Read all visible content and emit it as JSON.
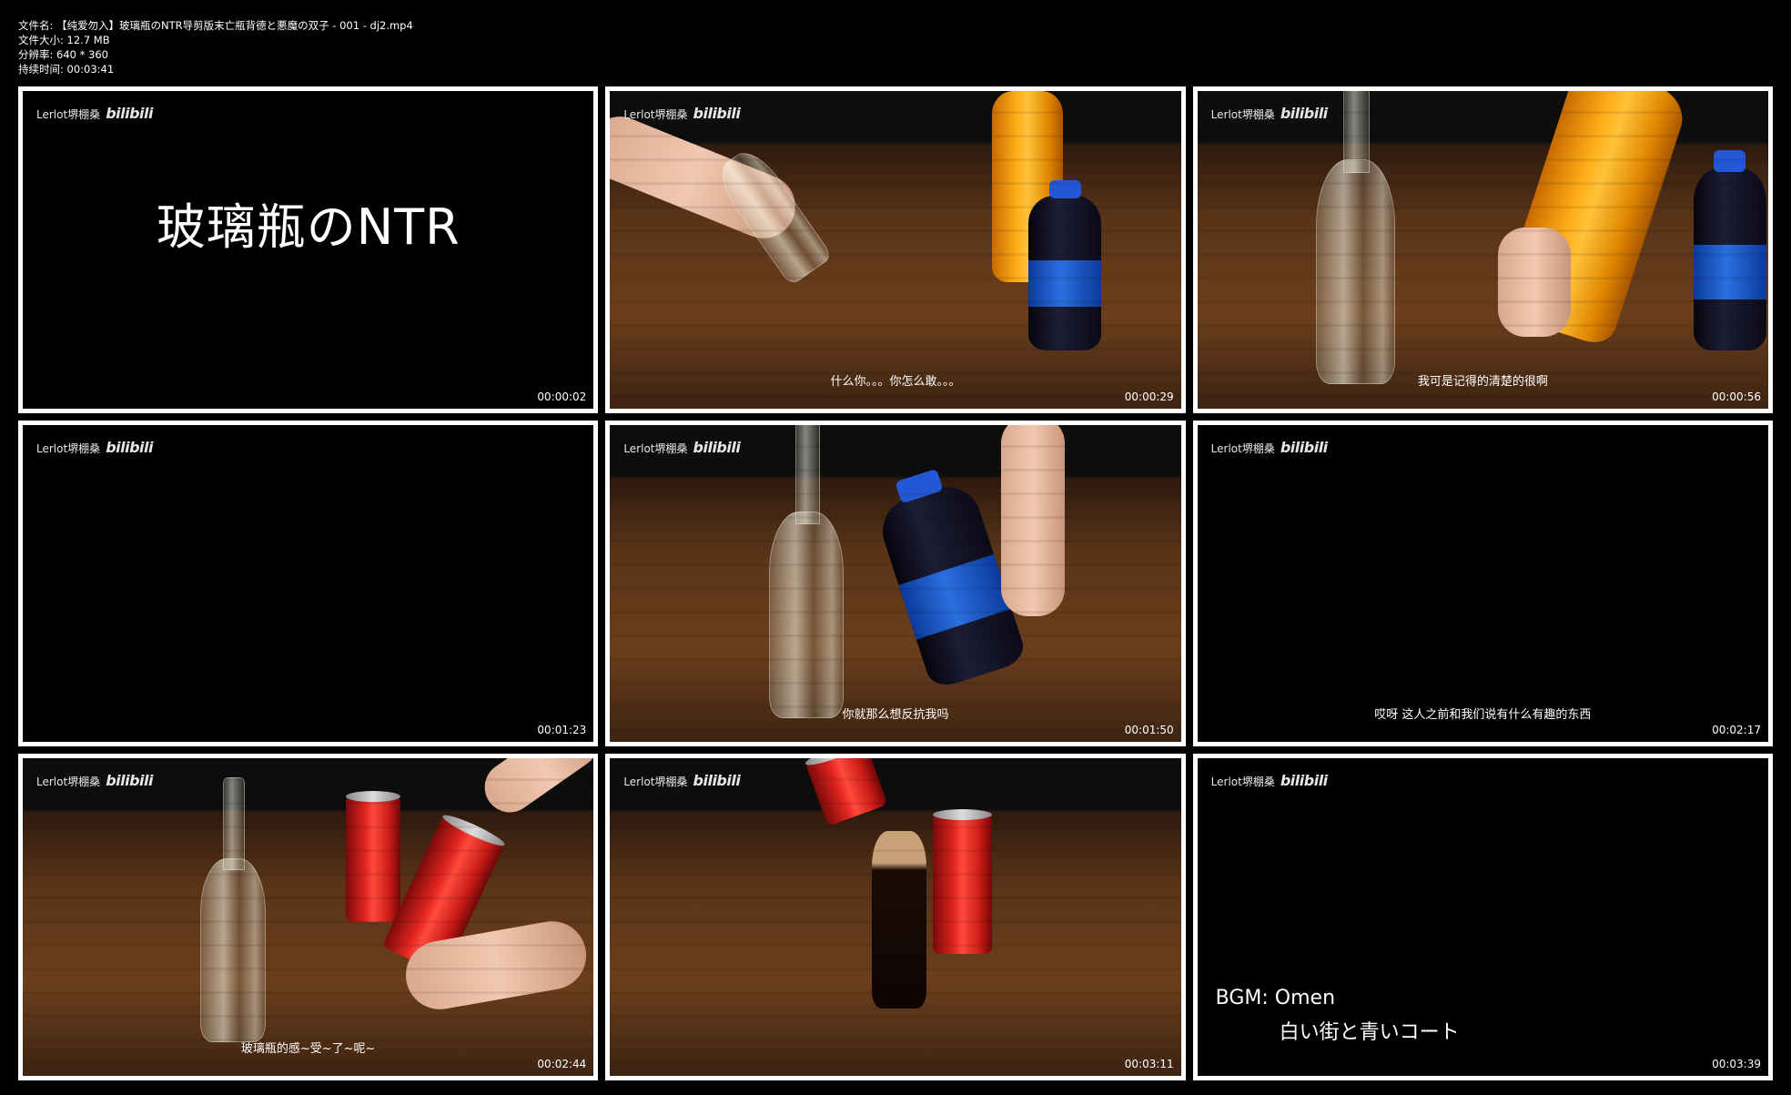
{
  "meta": {
    "filename": "文件名: 【纯爱勿入】玻璃瓶のNTR导剪版末亡瓶背德と悪魔の双子 - 001 - dj2.mp4",
    "filesize": "文件大小: 12.7 MB",
    "resolution": "分辨率: 640 * 360",
    "duration": "持续时间: 00:03:41"
  },
  "watermark": {
    "user": "Lerlot堺棚桑",
    "brand": "bilibili"
  },
  "frames": [
    {
      "timestamp": "00:00:02",
      "title": "玻璃瓶のNTR",
      "subtitle": ""
    },
    {
      "timestamp": "00:00:29",
      "subtitle": "什么你。。。你怎么敢。。。"
    },
    {
      "timestamp": "00:00:56",
      "subtitle": "我可是记得的清楚的很啊"
    },
    {
      "timestamp": "00:01:23",
      "subtitle": ""
    },
    {
      "timestamp": "00:01:50",
      "subtitle": "你就那么想反抗我吗"
    },
    {
      "timestamp": "00:02:17",
      "subtitle": "哎呀 这人之前和我们说有什么有趣的东西"
    },
    {
      "timestamp": "00:02:44",
      "subtitle": "玻璃瓶的感~受~了~呢~"
    },
    {
      "timestamp": "00:03:11",
      "subtitle": ""
    },
    {
      "timestamp": "00:03:39",
      "bgm_label": "BGM:  Omen",
      "bgm_song": "白い街と青いコート"
    }
  ]
}
